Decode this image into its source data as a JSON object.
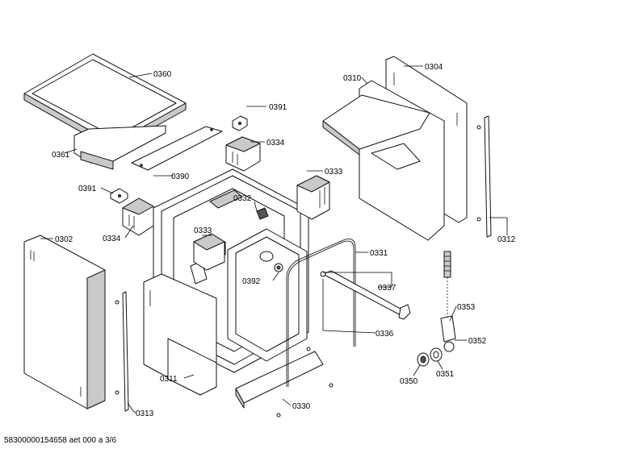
{
  "footer": "58300000154658 aet 000 a 3/6",
  "labels": [
    "0360",
    "0361",
    "0390",
    "0391",
    "0334",
    "0391",
    "0334",
    "0302",
    "0311",
    "0313",
    "0333",
    "0332",
    "0392",
    "0333",
    "0330",
    "0331",
    "0337",
    "0336",
    "0310",
    "0304",
    "0312",
    "0353",
    "0352",
    "0350",
    "0351"
  ]
}
